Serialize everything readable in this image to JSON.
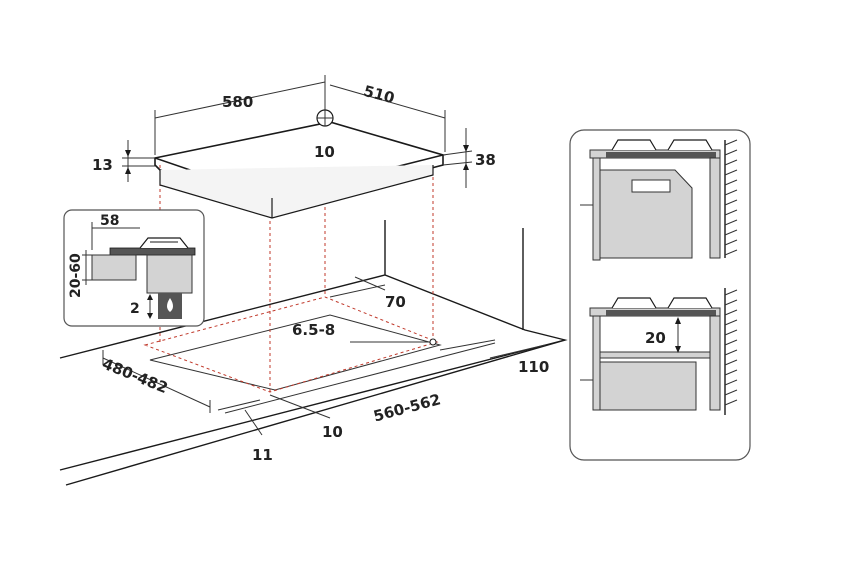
{
  "colors": {
    "line": "#1a1a1a",
    "cutout_dash": "#c0392b",
    "panel_fill": "#d3d3d3",
    "panel_border": "#333333",
    "background": "#ffffff"
  },
  "icons": [
    "gas-flame-icon",
    "hob-center-circle-icon"
  ],
  "dimensions": {
    "hob_width": "580",
    "hob_depth": "510",
    "hob_thickness": "13",
    "hob_center_mark": "10",
    "hob_side_height": "38",
    "worktop_depth_offset": "70",
    "cutout_corner_radius": "6.5-8",
    "cutout_depth": "480-482",
    "cutout_width": "560-562",
    "worktop_rear_clearance": "110",
    "worktop_front_clearance": "10",
    "worktop_front_edge": "11"
  },
  "detail_inset": {
    "flange_width": "58",
    "worktop_thickness": "20-60",
    "gas_gap": "2"
  },
  "installation_panel": {
    "shelf_gap": "20"
  }
}
